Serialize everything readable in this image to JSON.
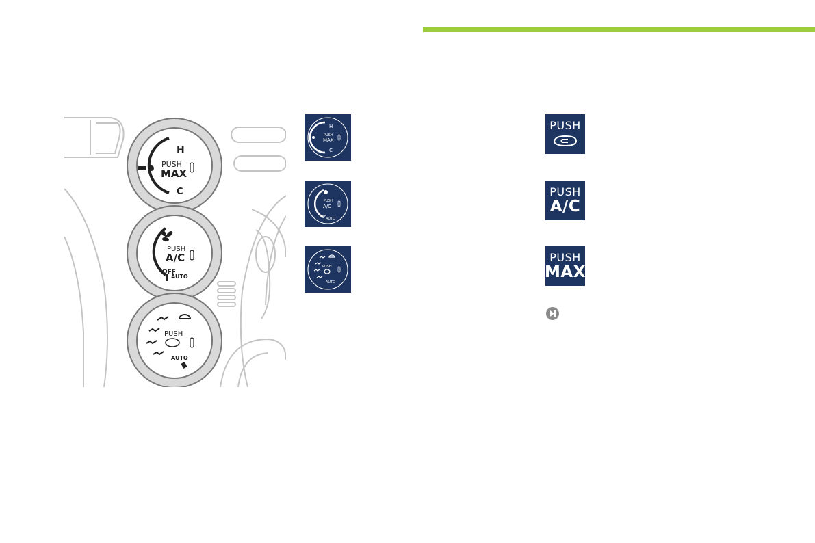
{
  "colors": {
    "accent_green": "#9ccb3b",
    "panel_navy": "#1d3560",
    "line_gray": "#bdbdbd"
  },
  "illustration": {
    "temperature_knob": {
      "top": "PUSH",
      "main": "MAX",
      "hot": "H",
      "cold": "C"
    },
    "fan_knob": {
      "top": "PUSH",
      "main": "A/C",
      "off": "OFF",
      "auto": "AUTO"
    },
    "air_knob": {
      "top": "PUSH",
      "auto": "AUTO"
    }
  },
  "thumbnails": {
    "temperature": {
      "top": "PUSH",
      "main": "MAX",
      "hot": "H",
      "cold": "C"
    },
    "fan": {
      "top": "PUSH",
      "main": "A/C",
      "off": "OFF",
      "auto": "AUTO"
    },
    "air": {
      "top": "PUSH",
      "auto": "AUTO"
    }
  },
  "buttons": {
    "recirc": {
      "top": "PUSH",
      "icon": "recirculation-icon"
    },
    "ac": {
      "top": "PUSH",
      "main": "A/C"
    },
    "max": {
      "top": "PUSH",
      "main": "MAX"
    }
  },
  "nav": {
    "icon": "next-page-icon"
  }
}
